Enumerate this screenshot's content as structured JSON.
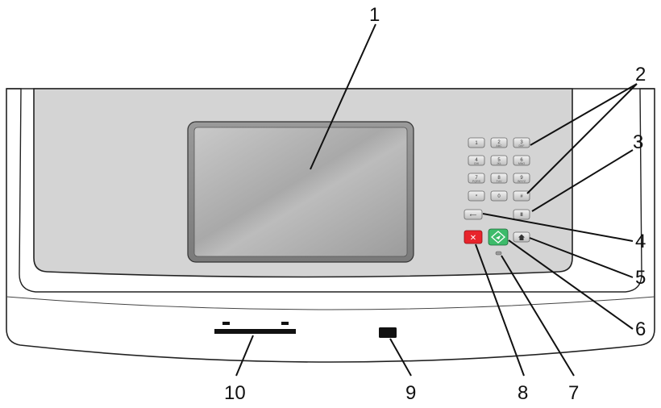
{
  "callouts": {
    "c1": "1",
    "c2": "2",
    "c3": "3",
    "c4": "4",
    "c5": "5",
    "c6": "6",
    "c7": "7",
    "c8": "8",
    "c9": "9",
    "c10": "10"
  },
  "keypad": {
    "k1": "1",
    "k2": "2",
    "k2_sub": "ABC",
    "k3": "3",
    "k3_sub": "DEF",
    "k4": "4",
    "k4_sub": "GHI",
    "k5": "5",
    "k5_sub": "JKL",
    "k6": "6",
    "k6_sub": "MNO",
    "k7": "7",
    "k7_sub": "PQRS",
    "k8": "8",
    "k8_sub": "TUV",
    "k9": "9",
    "k9_sub": "WXYZ",
    "kstar": "*",
    "k0": "0",
    "khash": "#"
  },
  "buttons": {
    "pause": "II",
    "back": "⟵",
    "home": "⌂",
    "stop": "✕",
    "start": "◇"
  },
  "colors": {
    "stop_button": "#e8242c",
    "start_button": "#3dbb6a",
    "panel_gray": "#d4d4d4",
    "screen_gray": "#b0b0b0"
  }
}
